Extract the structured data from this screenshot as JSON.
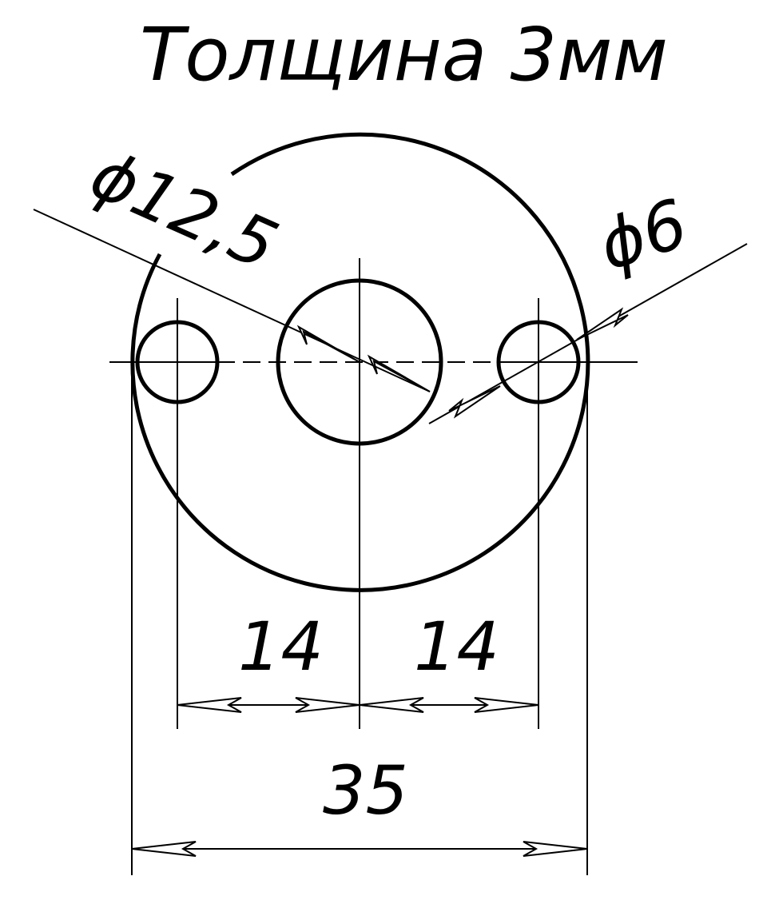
{
  "title": "Толщина 3мм",
  "dimensions": {
    "big_hole_diameter": "ϕ12,5",
    "small_hole_diameter": "ϕ6",
    "left_offset": "14",
    "right_offset": "14",
    "overall_diameter": "35"
  }
}
